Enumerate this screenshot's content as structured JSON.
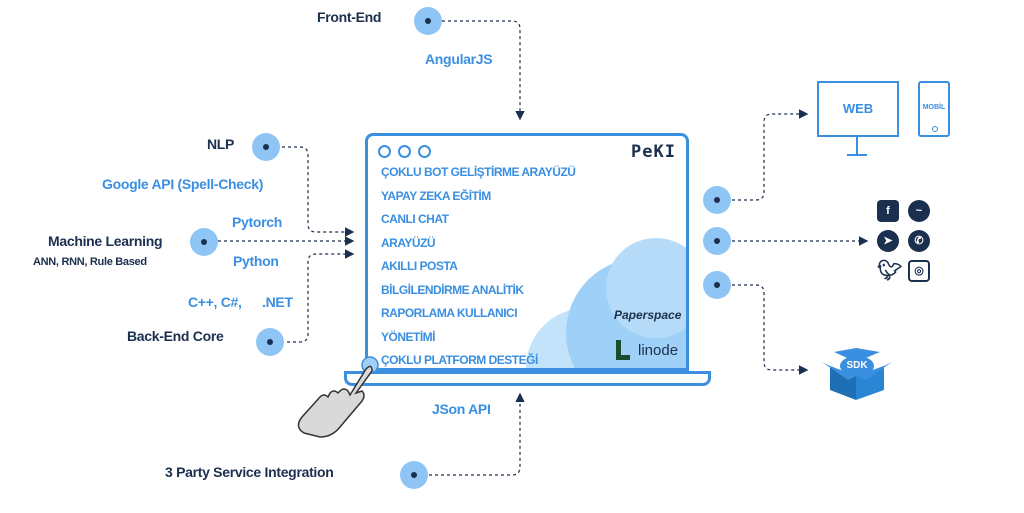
{
  "left_labels": {
    "front_end": "Front-End",
    "angularjs": "AngularJS",
    "nlp": "NLP",
    "google_api": "Google API (Spell-Check)",
    "pytorch": "Pytorch",
    "machine_learning": "Machine  Learning",
    "ml_types": "ANN,  RNN,  Rule Based",
    "python": "Python",
    "cpp_csharp": "C++, C#,",
    "dotnet": ".NET",
    "back_end_core": "Back-End  Core",
    "json_api": "JSon API",
    "third_party": "3 Party Service Integration"
  },
  "laptop": {
    "brand": "PeKI",
    "menu": [
      "ÇOKLU BOT GELİŞTİRME ARAYÜZÜ",
      "YAPAY ZEKA EĞİTİM",
      "CANLI CHAT",
      "ARAYÜZÜ",
      "AKILLI POSTA",
      "BİLGİLENDİRME ANALİTİK",
      "RAPORLAMA KULLANICI",
      "YÖNETİMİ",
      "ÇOKLU PLATFORM DESTEĞİ"
    ],
    "partner1": "Paperspace",
    "partner2": "linode"
  },
  "outputs": {
    "web": "WEB",
    "mobil": "MOBİL",
    "sdk": "SDK"
  },
  "social_icons": [
    "facebook-icon",
    "messenger-icon",
    "telegram-icon",
    "whatsapp-icon",
    "twitter-icon",
    "instagram-icon"
  ],
  "colors": {
    "navy": "#1b2f4e",
    "blue": "#3a8fe0",
    "light_blue": "#8ec5f5"
  }
}
